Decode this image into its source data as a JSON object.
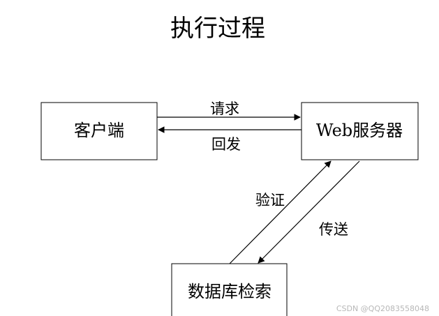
{
  "diagram": {
    "title": "执行过程",
    "nodes": {
      "client": "客户端",
      "web_server": "Web服务器",
      "database_search": "数据库检索"
    },
    "edges": {
      "request": "请求",
      "reply": "回发",
      "verify": "验证",
      "transfer": "传送"
    },
    "colors": {
      "stroke": "#000000",
      "background": "#ffffff",
      "watermark": "#b7b7b7"
    }
  },
  "watermark": {
    "text": "CSDN @QQ2083558048"
  }
}
